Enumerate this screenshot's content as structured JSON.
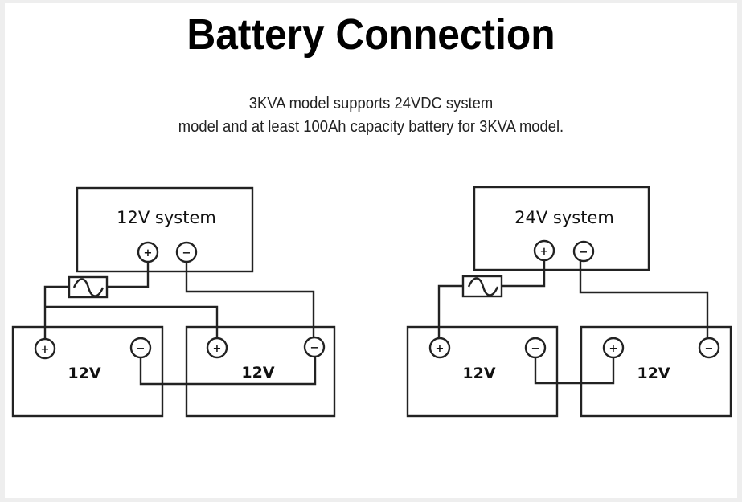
{
  "title": "Battery Connection",
  "subtitle": {
    "line1": "3KVA model supports 24VDC system",
    "line2": "model and at least 100Ah capacity battery for 3KVA model."
  },
  "diagrams": [
    {
      "id": "parallel",
      "system_label": "12V system",
      "connection": "parallel",
      "batteries": [
        {
          "label": "12V",
          "terminals": [
            "+",
            "-"
          ]
        },
        {
          "label": "12V",
          "terminals": [
            "+",
            "-"
          ]
        }
      ],
      "system_terminals": [
        "+",
        "-"
      ],
      "fuse": "fuse-icon"
    },
    {
      "id": "series",
      "system_label": "24V system",
      "connection": "series",
      "batteries": [
        {
          "label": "12V",
          "terminals": [
            "+",
            "-"
          ]
        },
        {
          "label": "12V",
          "terminals": [
            "+",
            "-"
          ]
        }
      ],
      "system_terminals": [
        "+",
        "-"
      ],
      "fuse": "fuse-icon"
    }
  ]
}
